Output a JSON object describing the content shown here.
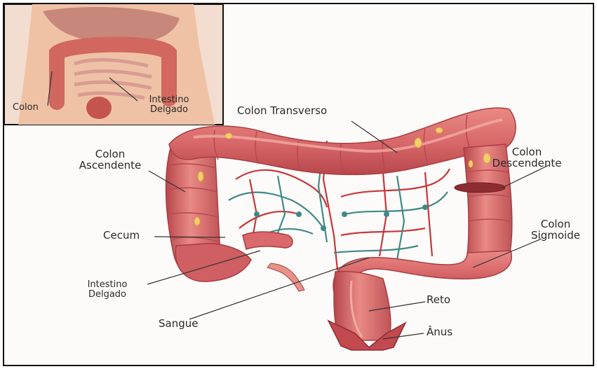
{
  "inset": {
    "labels": {
      "colon": "Colon",
      "small_intestine_line1": "Intestino",
      "small_intestine_line2": "Delgado"
    }
  },
  "main": {
    "labels": {
      "transverse_colon": "Colon Transverso",
      "ascending_colon_line1": "Colon",
      "ascending_colon_line2": "Ascendente",
      "descending_colon_line1": "Colon",
      "descending_colon_line2": "Descendente",
      "cecum": "Cecum",
      "sigmoid_colon_line1": "Colon",
      "sigmoid_colon_line2": "Sigmoide",
      "small_intestine_line1": "Intestino",
      "small_intestine_line2": "Delgado",
      "rectum": "Reto",
      "blood": "Sangue",
      "anus": "Ânus"
    }
  },
  "colors": {
    "tissue": "#d9696a",
    "tissue_dark": "#b7474b",
    "tissue_light": "#f2aaa3",
    "vessel_red": "#c8363b",
    "vessel_teal": "#3f8a86",
    "fat": "#f1cf6a",
    "leader": "#333333"
  }
}
